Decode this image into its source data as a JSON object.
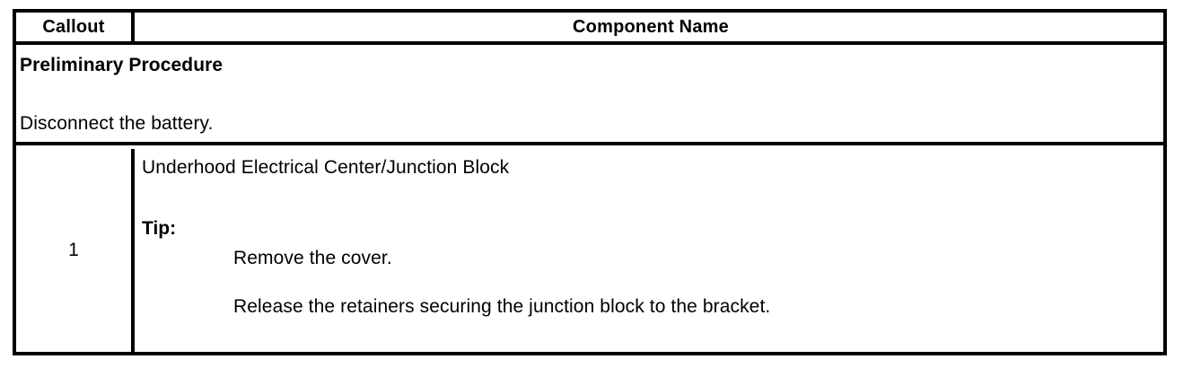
{
  "document": {
    "type": "service-procedure-table",
    "colors": {
      "border": "#000000",
      "text": "#000000",
      "background": "#ffffff"
    }
  },
  "table": {
    "columns": [
      {
        "key": "callout",
        "header": "Callout"
      },
      {
        "key": "component_name",
        "header": "Component Name"
      }
    ],
    "preliminary": {
      "heading": "Preliminary Procedure",
      "text": "Disconnect the battery."
    },
    "rows": [
      {
        "callout": "1",
        "component_name": "Underhood Electrical Center/Junction Block",
        "tip_label": "Tip:",
        "tip_lines": [
          "Remove the cover.",
          "Release the retainers securing the junction block to the bracket."
        ]
      }
    ]
  }
}
